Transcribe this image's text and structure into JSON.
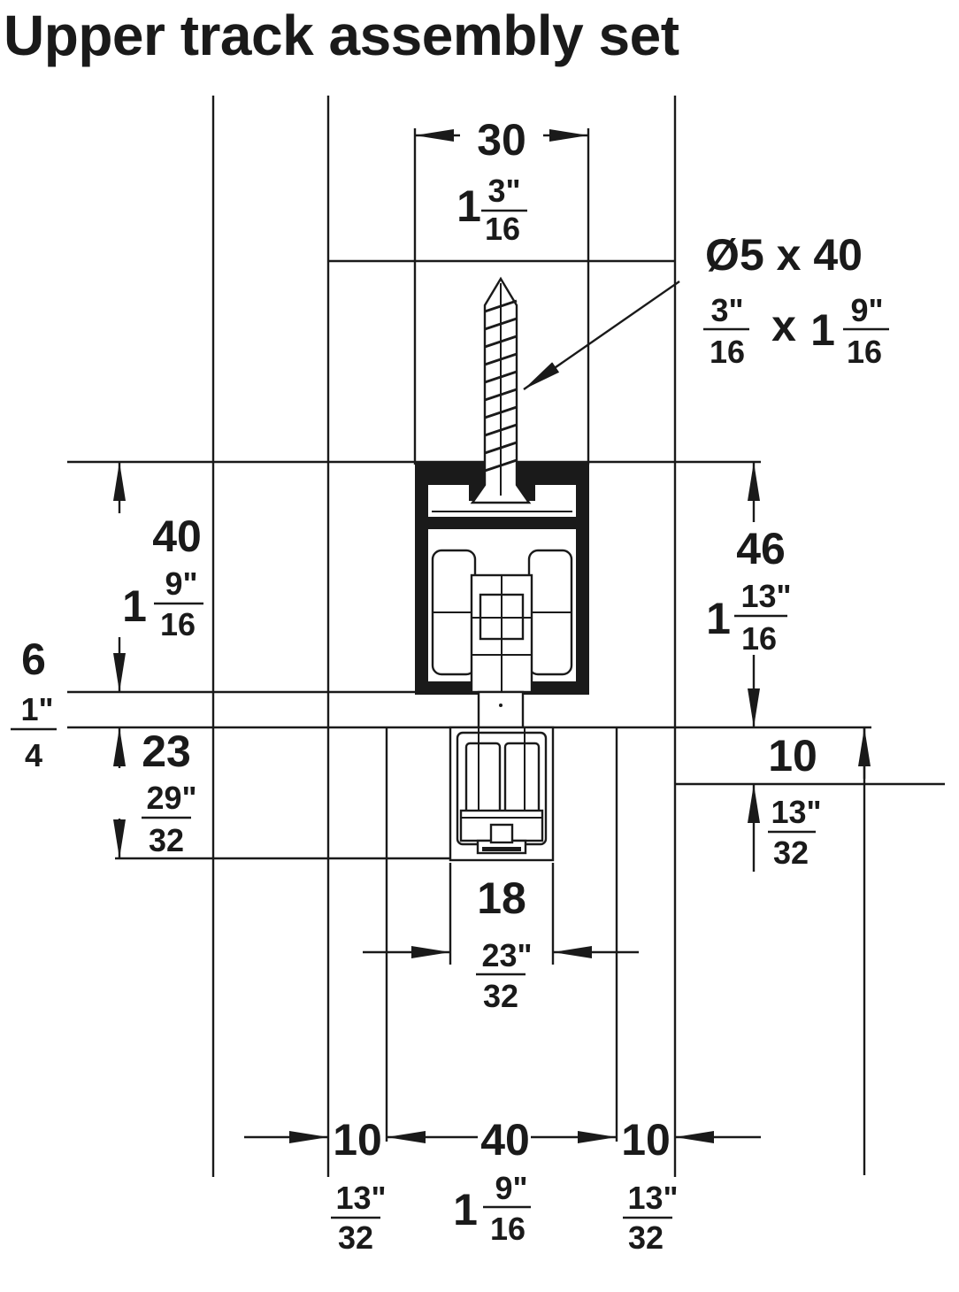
{
  "title": "Upper track assembly set",
  "screw": {
    "metric": "Ø5 x 40",
    "imp_num": "3\"",
    "imp_den": "16",
    "imp_x": "x",
    "imp_whole": "1",
    "imp_num2": "9\"",
    "imp_den2": "16"
  },
  "top_width": {
    "metric": "30",
    "whole": "1",
    "num": "3\"",
    "den": "16"
  },
  "left_height": {
    "metric": "40",
    "whole": "1",
    "num": "9\"",
    "den": "16"
  },
  "gap": {
    "metric": "6",
    "num": "1\"",
    "den": "4"
  },
  "lower_left": {
    "metric": "23",
    "num": "29\"",
    "den": "32"
  },
  "right_height": {
    "metric": "46",
    "whole": "1",
    "num": "13\"",
    "den": "16"
  },
  "right_offset": {
    "metric": "10",
    "num": "13\"",
    "den": "32"
  },
  "guide_width": {
    "metric": "18",
    "num": "23\"",
    "den": "32"
  },
  "bottom_left": {
    "metric": "10",
    "num": "13\"",
    "den": "32"
  },
  "bottom_center": {
    "metric": "40",
    "whole": "1",
    "num": "9\"",
    "den": "16"
  },
  "bottom_right": {
    "metric": "10",
    "num": "13\"",
    "den": "32"
  }
}
